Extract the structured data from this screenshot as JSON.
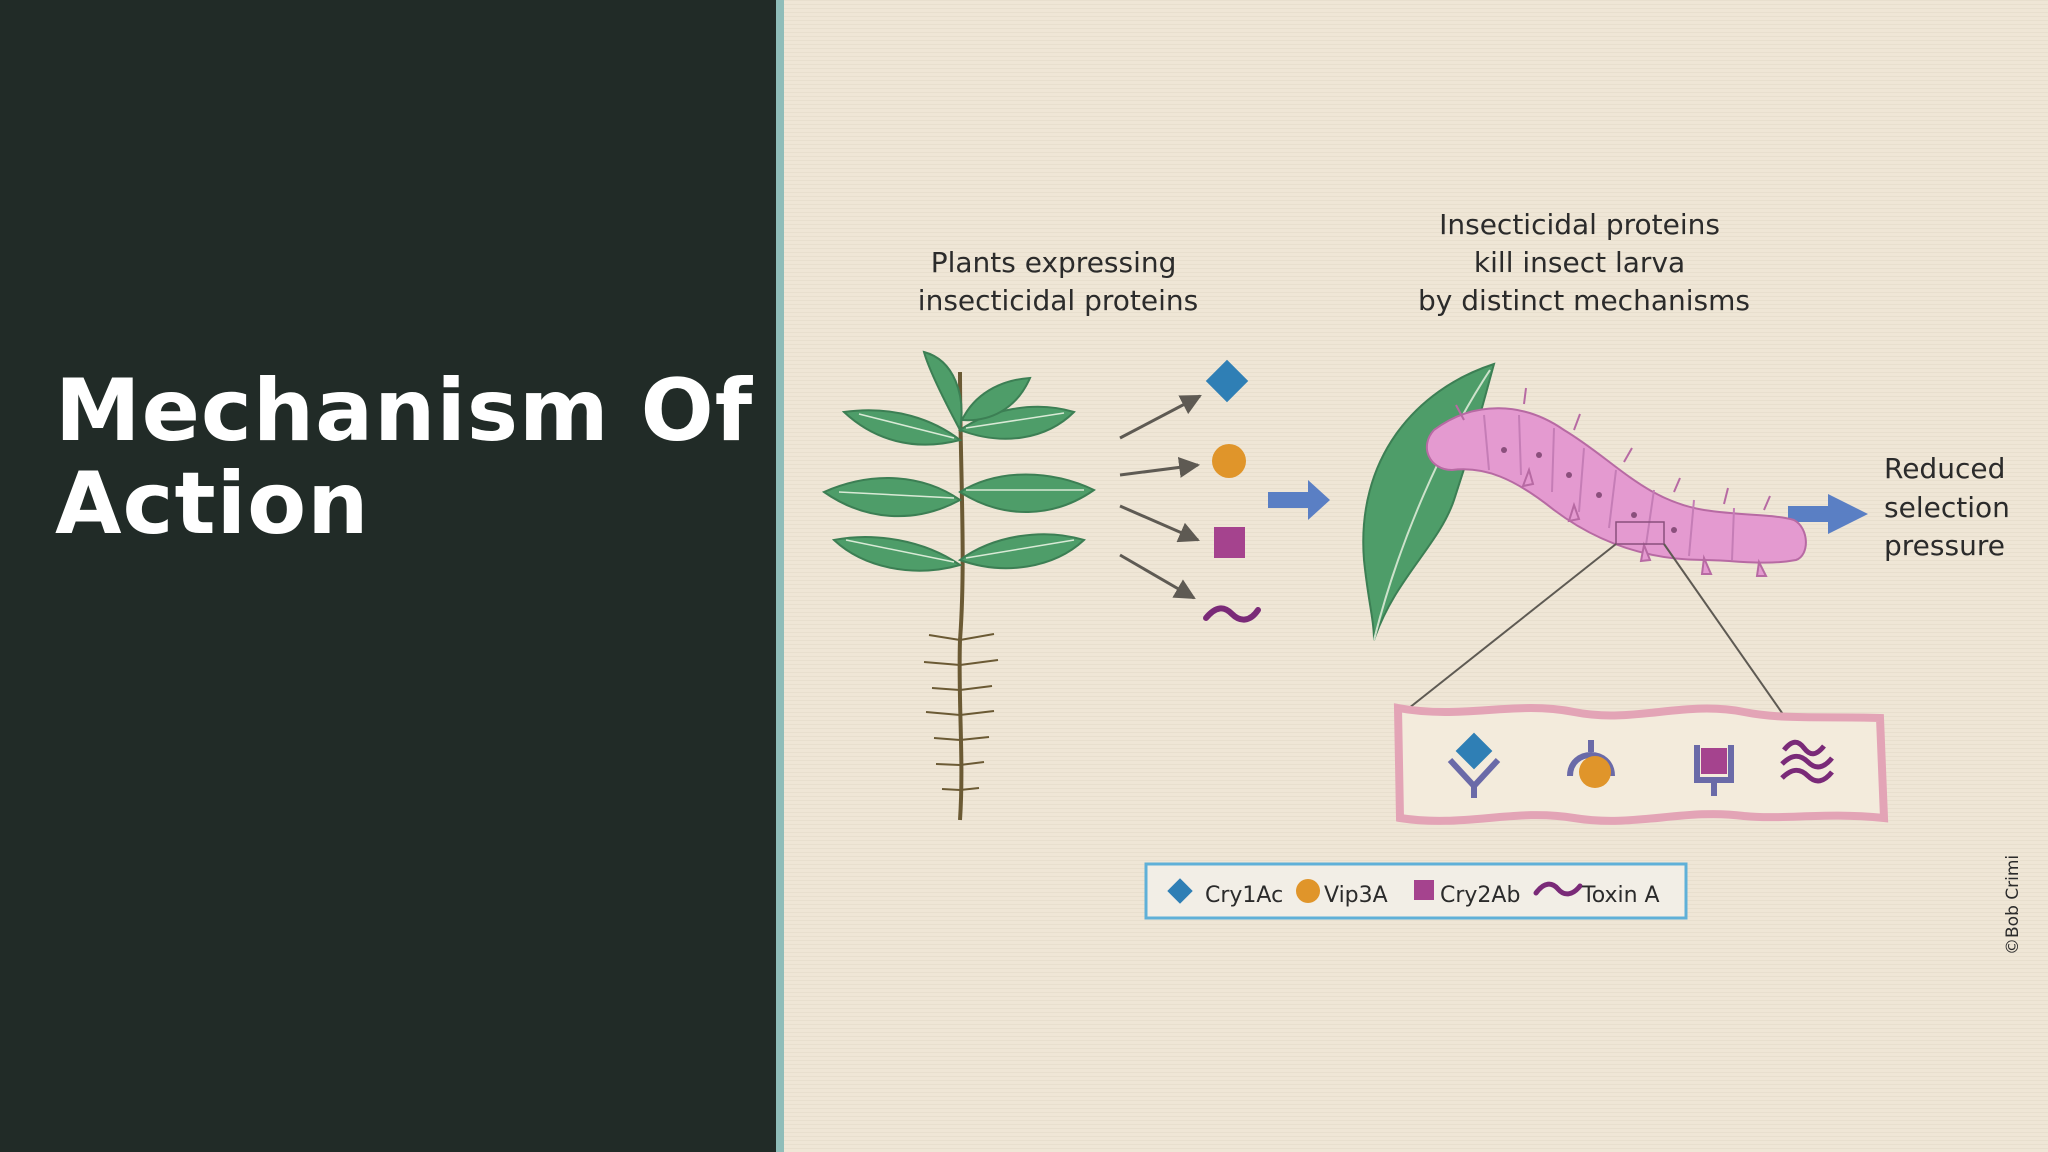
{
  "slide": {
    "title": "Mechanism Of Action"
  },
  "diagram": {
    "plants_label": [
      "Plants expressing",
      "insecticidal proteins"
    ],
    "proteins_label": [
      "Insecticidal proteins",
      "kill insect larva",
      "by distinct mechanisms"
    ],
    "outcome_label": [
      "Reduced",
      "selection",
      "pressure"
    ],
    "legend": [
      {
        "name": "Cry1Ac",
        "shape": "diamond",
        "color": "#2f7fb5"
      },
      {
        "name": "Vip3A",
        "shape": "circle",
        "color": "#e0952a"
      },
      {
        "name": "Cry2Ab",
        "shape": "square",
        "color": "#a5438e"
      },
      {
        "name": "Toxin A",
        "shape": "wave",
        "color": "#7a2a78"
      }
    ],
    "credit": "©Bob Crimi"
  },
  "colors": {
    "panel": "#212b27",
    "accent_bar": "#8fbdb9",
    "diagram_bg": "#efe6d6",
    "leaf": "#4e9d69",
    "larva": "#e49ad0",
    "arrow_blue": "#5a7fc4"
  }
}
